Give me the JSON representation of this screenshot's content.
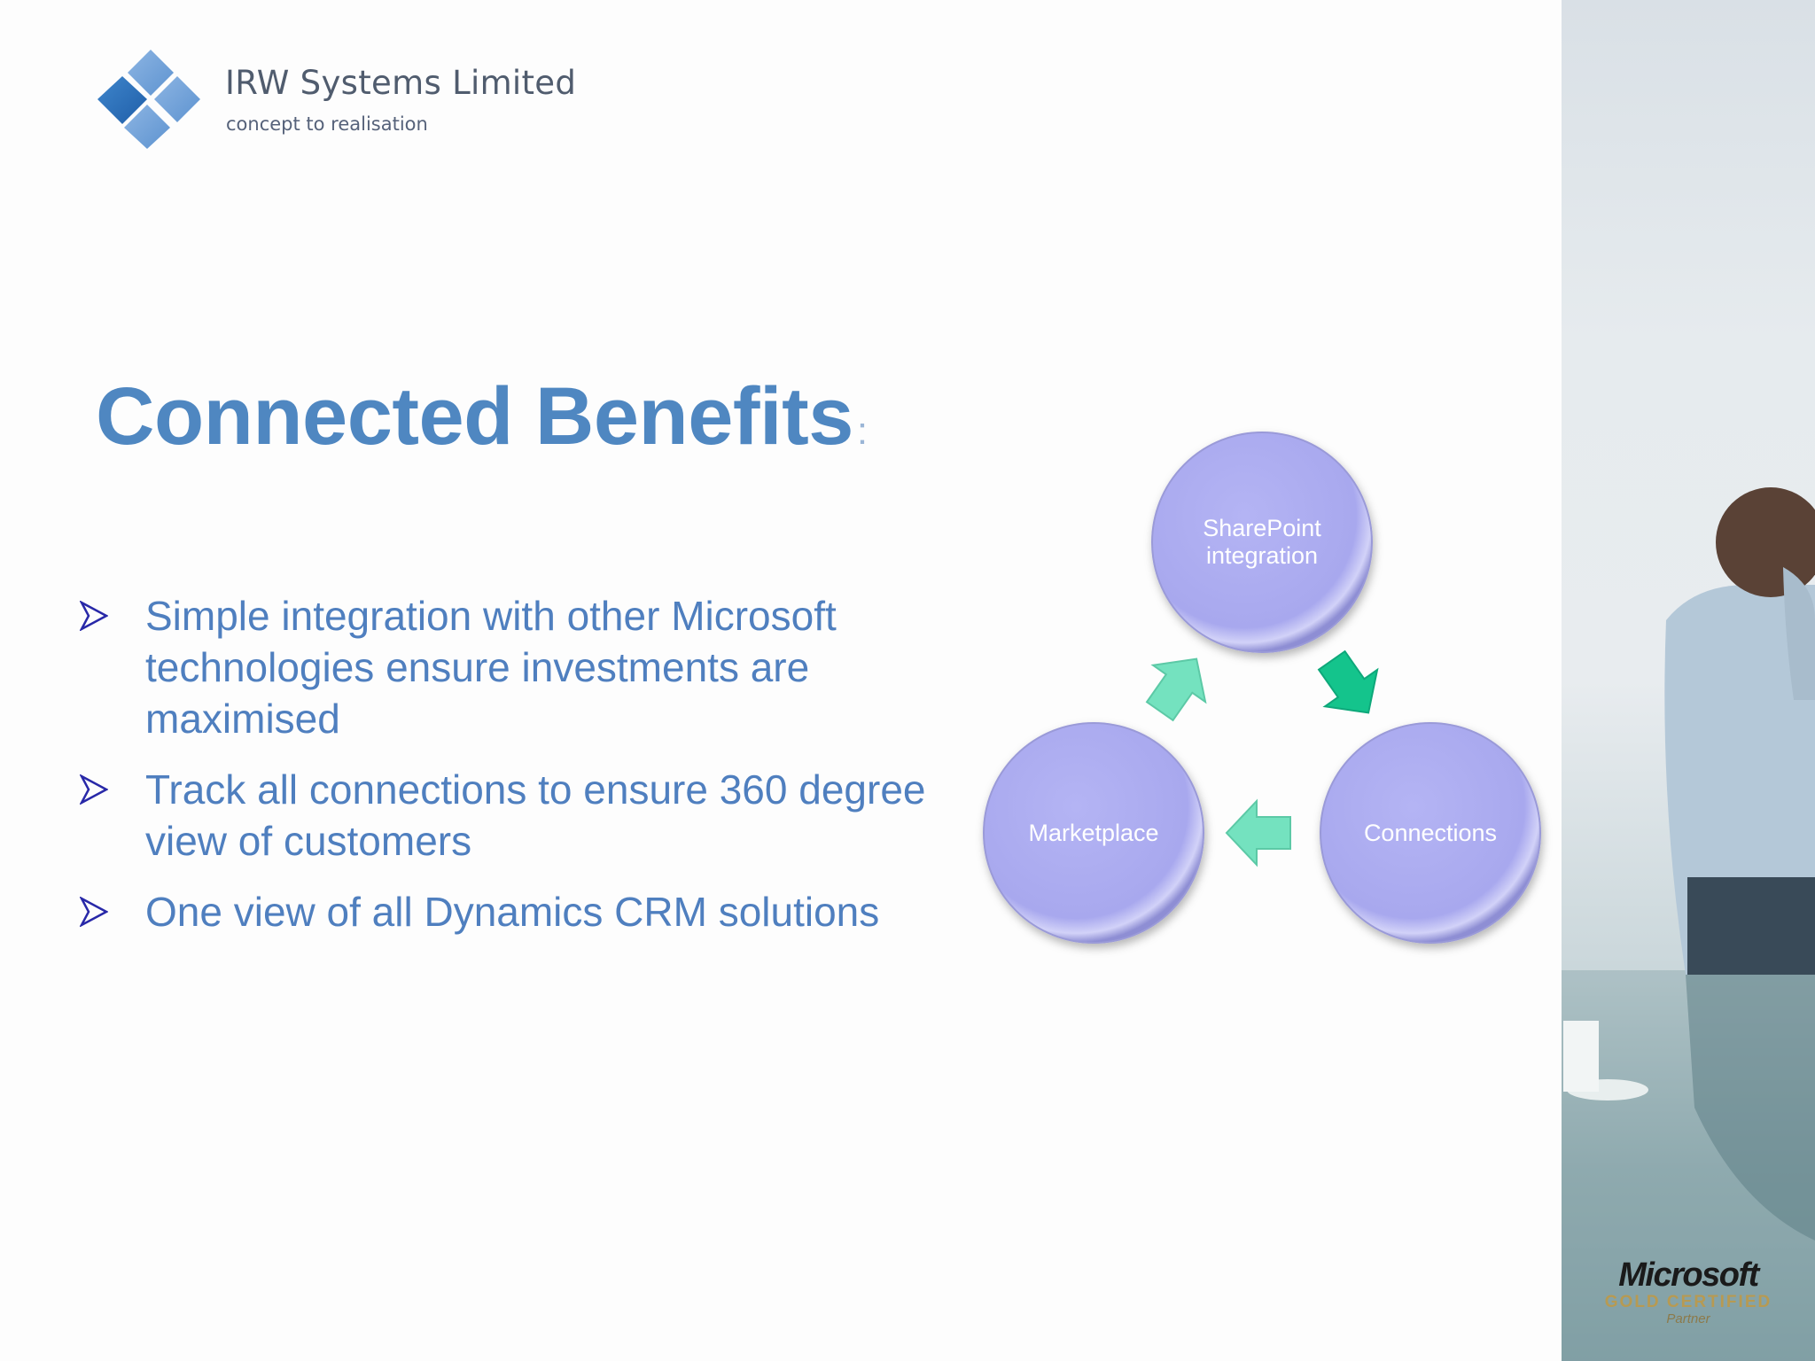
{
  "header": {
    "company_name": "IRW Systems Limited",
    "tagline": "concept to realisation"
  },
  "title": {
    "main": "Connected Benefits",
    "colon": ":"
  },
  "bullets": [
    "Simple integration with other Microsoft technologies ensure investments are maximised",
    "Track all connections to ensure 360 degree view of customers",
    "One view of all Dynamics CRM solutions"
  ],
  "diagram": {
    "nodes": [
      {
        "label": "SharePoint integration"
      },
      {
        "label": "Connections"
      },
      {
        "label": "Marketplace"
      }
    ],
    "colors": {
      "circle": "#aaaaf0",
      "arrow_light": "#74e2bf",
      "arrow_dark": "#14c48c"
    }
  },
  "badge": {
    "brand": "Microsoft",
    "level": "GOLD CERTIFIED",
    "tier": "Partner"
  },
  "colors": {
    "title": "#4f87c1",
    "text": "#4f7fbf",
    "bullet_icon": "#2828a8"
  }
}
